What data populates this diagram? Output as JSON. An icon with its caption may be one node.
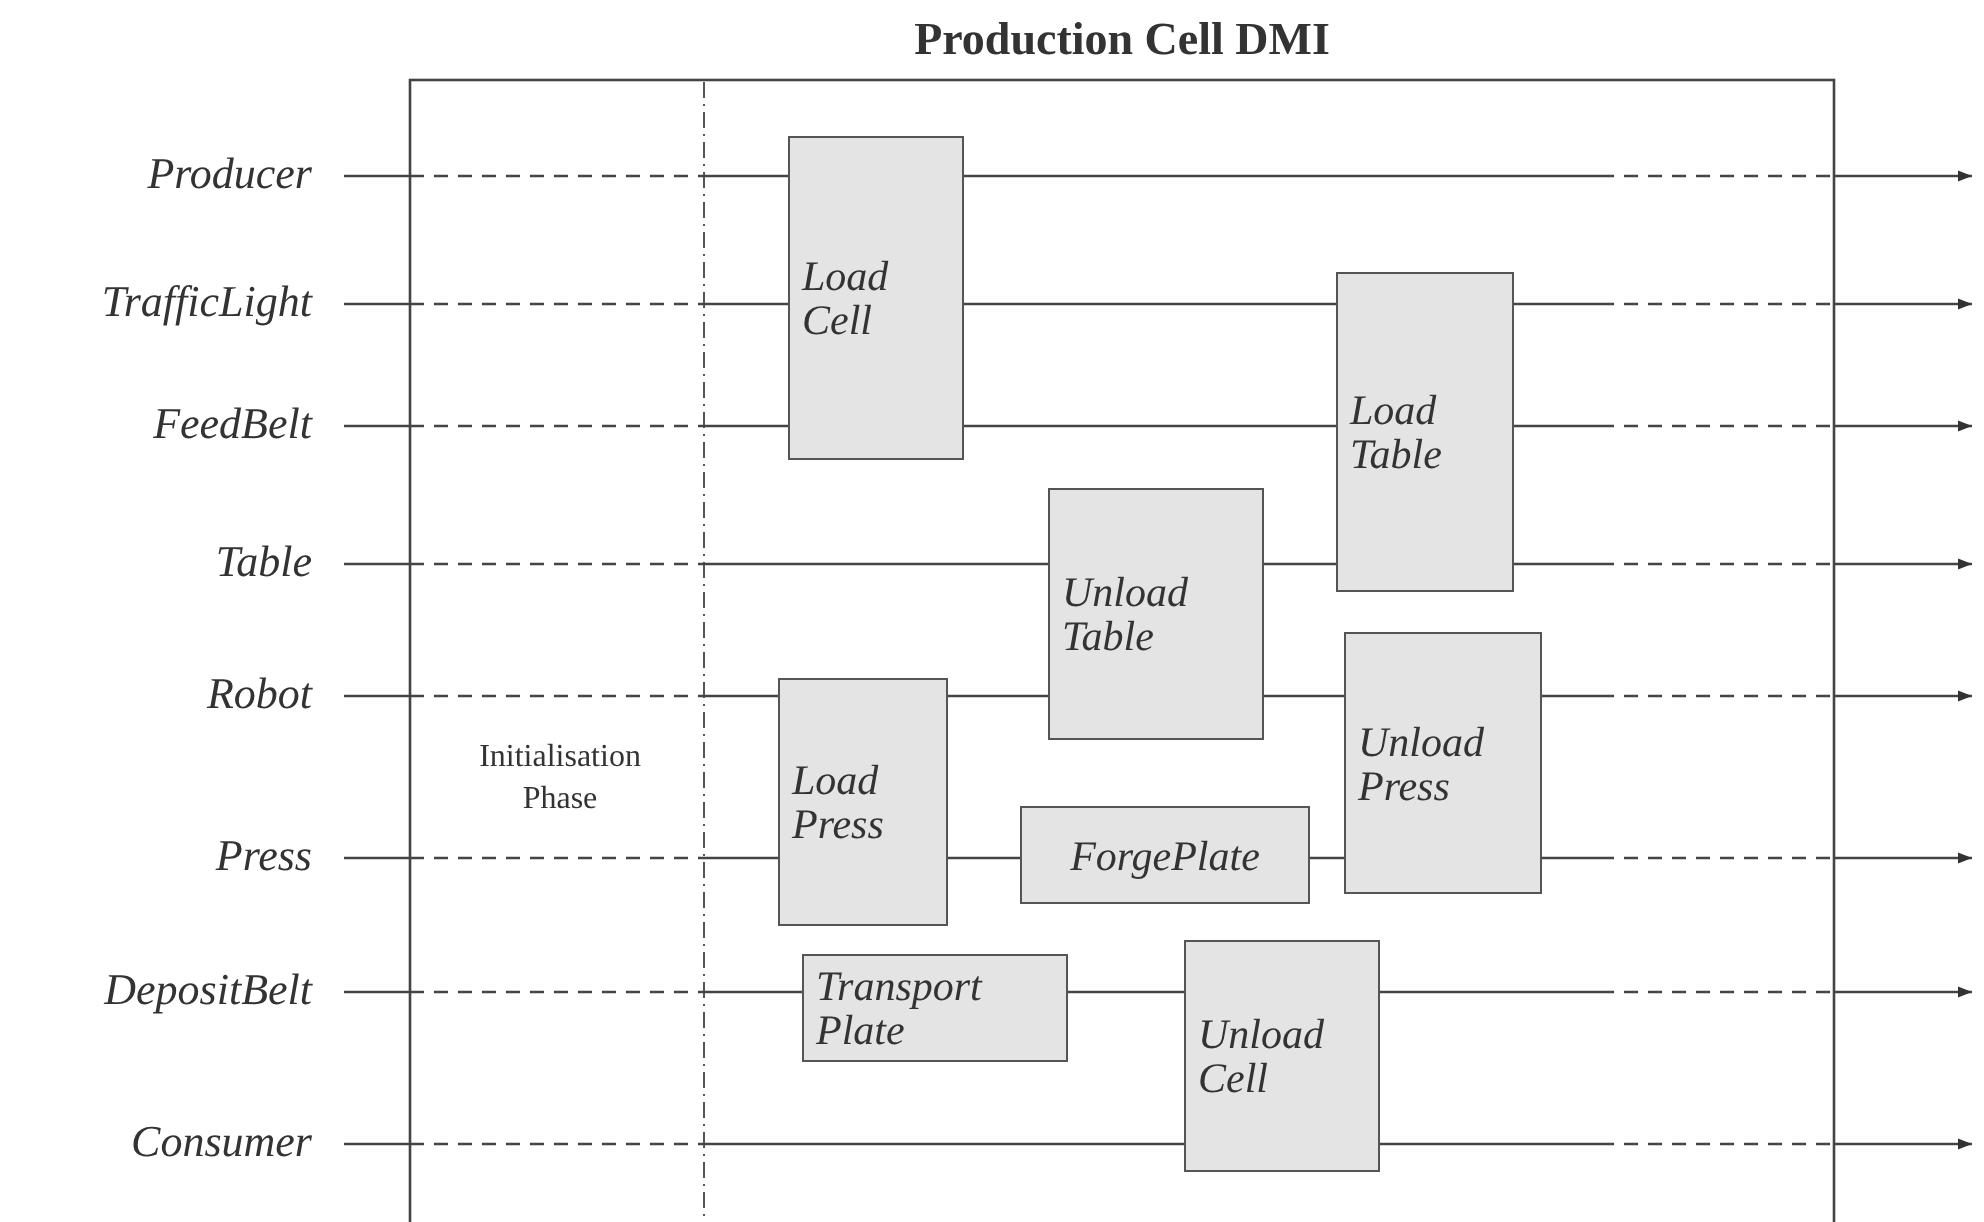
{
  "diagram": {
    "title": "Production Cell DMI",
    "nodes": [
      {
        "text": [
          "Producer"
        ]
      },
      {
        "text": [
          "TrafficLight"
        ]
      },
      {
        "text": [
          "FeedBelt"
        ]
      },
      {
        "text": [
          "Table"
        ]
      },
      {
        "text": [
          "Robot"
        ]
      },
      {
        "text": [
          "Press"
        ]
      },
      {
        "text": [
          "DepositBelt"
        ]
      },
      {
        "text": [
          "Consumer"
        ]
      },
      {
        "text": [
          "Load Cell"
        ]
      },
      {
        "text": [
          "Load Table"
        ]
      },
      {
        "text": [
          "Unload Table"
        ]
      },
      {
        "text": [
          "Load Press"
        ]
      },
      {
        "text": [
          "ForgePlate"
        ]
      },
      {
        "text": [
          "Unload Press"
        ]
      },
      {
        "text": [
          "Transport Plate"
        ]
      },
      {
        "text": [
          "Unload Cell"
        ]
      }
    ],
    "edges": [
      {
        "from": 0,
        "to": 8,
        "arrow": "none"
      },
      {
        "from": 8,
        "to": null,
        "arrow": "to"
      },
      {
        "from": 1,
        "to": 8,
        "arrow": "none"
      },
      {
        "from": 8,
        "to": 9,
        "arrow": "none"
      },
      {
        "from": 9,
        "to": null,
        "arrow": "to"
      },
      {
        "from": 2,
        "to": 8,
        "arrow": "none"
      },
      {
        "from": 8,
        "to": 9,
        "arrow": "none"
      },
      {
        "from": 9,
        "to": null,
        "arrow": "to"
      },
      {
        "from": 3,
        "to": 10,
        "arrow": "none"
      },
      {
        "from": 10,
        "to": 9,
        "arrow": "none"
      },
      {
        "from": 9,
        "to": null,
        "arrow": "to"
      },
      {
        "from": 4,
        "to": 11,
        "arrow": "none"
      },
      {
        "from": 11,
        "to": 10,
        "arrow": "none"
      },
      {
        "from": 10,
        "to": 13,
        "arrow": "none"
      },
      {
        "from": 13,
        "to": null,
        "arrow": "to"
      },
      {
        "from": 5,
        "to": 11,
        "arrow": "none"
      },
      {
        "from": 11,
        "to": 12,
        "arrow": "none"
      },
      {
        "from": 12,
        "to": 13,
        "arrow": "none"
      },
      {
        "from": 13,
        "to": null,
        "arrow": "to"
      },
      {
        "from": 6,
        "to": 14,
        "arrow": "none"
      },
      {
        "from": 14,
        "to": 15,
        "arrow": "none"
      },
      {
        "from": 15,
        "to": null,
        "arrow": "to"
      },
      {
        "from": 7,
        "to": 15,
        "arrow": "none"
      },
      {
        "from": 15,
        "to": null,
        "arrow": "to"
      }
    ],
    "labels": [
      "Initialisation Phase"
    ]
  }
}
